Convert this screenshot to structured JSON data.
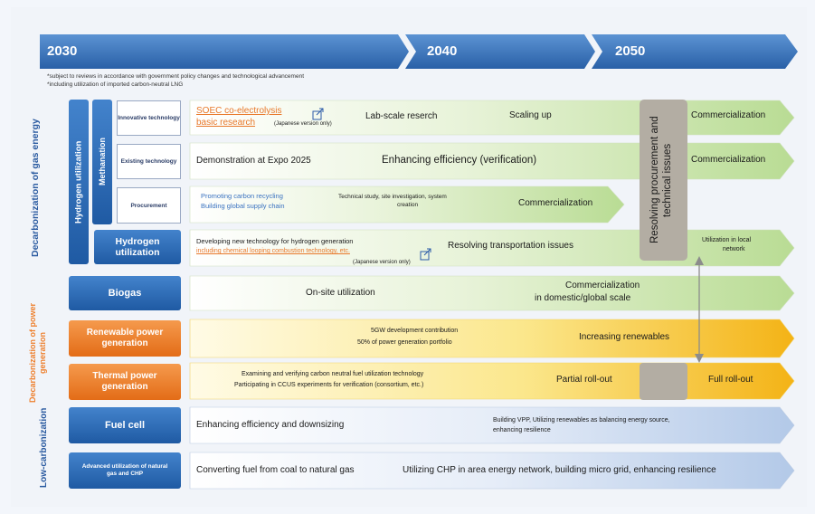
{
  "timeline": [
    "2030",
    "2040",
    "2050"
  ],
  "notes": [
    "*subject to reviews in accordance with government policy changes and technological advancement",
    "*including utilization of imported carbon-neutral LNG"
  ],
  "groups": {
    "gas": "Decarbonization of gas energy",
    "hydrogen": "Hydrogen utilization",
    "methanation": "Methanation",
    "power": "Decarbonization of power generation",
    "low": "Low-carbonization"
  },
  "categories": {
    "hydrogen_utilization": "Hydrogen utilization",
    "biogas": "Biogas",
    "renewable": "Renewable power generation",
    "thermal": "Thermal power generation",
    "fuel_cell": "Fuel cell",
    "chp": "Advanced utilization of natural gas and CHP"
  },
  "subcategories": {
    "innovative": "Innovative technology",
    "existing": "Existing technology",
    "procurement": "Procurement"
  },
  "rows": {
    "innovative": {
      "link1": "SOEC co-electrolysis",
      "link2": "basic research",
      "note": "(Japanese version only)",
      "a": "Lab-scale reserch",
      "b": "Scaling up",
      "c": "Commercialization"
    },
    "existing": {
      "a": "Demonstration at Expo 2025",
      "b": "Enhancing efficiency (verification)",
      "c": "Commercialization"
    },
    "procurement": {
      "a1": "Promoting carbon recycling",
      "a2": "Building global supply chain",
      "b1": "Technical study, site investigation, system",
      "b2": "creation",
      "c": "Commercialization"
    },
    "hydrogen": {
      "a1": "Developing new technology for hydrogen generation",
      "link": "including chemical looping combustion technology, etc.",
      "note": "(Japanese version only)",
      "b": "Resolving transportation issues",
      "c1": "Utilization in local",
      "c2": "network"
    },
    "biogas": {
      "a": "On-site utilization",
      "b1": "Commercialization",
      "b2": "in domestic/global scale"
    },
    "renewable": {
      "a1": "5GW development contribution",
      "a2": "50% of power generation portfolio",
      "b": "Increasing renewables"
    },
    "thermal": {
      "a1": "Examining and verifying carbon neutral fuel utilization technology",
      "a2": "Participating in CCUS experiments for verification (consortium, etc.)",
      "b": "Partial roll-out",
      "c": "Full roll-out"
    },
    "fuel_cell": {
      "a": "Enhancing efficiency and downsizing",
      "b1": "Building VPP, Utilizing renewables as balancing energy source,",
      "b2": "enhancing resilience"
    },
    "chp": {
      "a": "Converting fuel from coal to natural gas",
      "b": "Utilizing CHP in area energy network, building micro grid, enhancing resilience"
    }
  },
  "resolving": "Resolving procurement and technical issues",
  "colors": {
    "blue": "#2e6db8",
    "orange": "#ee7f2c",
    "green": "#c8e2a8",
    "yellow": "#f7c428",
    "gray": "#b3ada3"
  }
}
